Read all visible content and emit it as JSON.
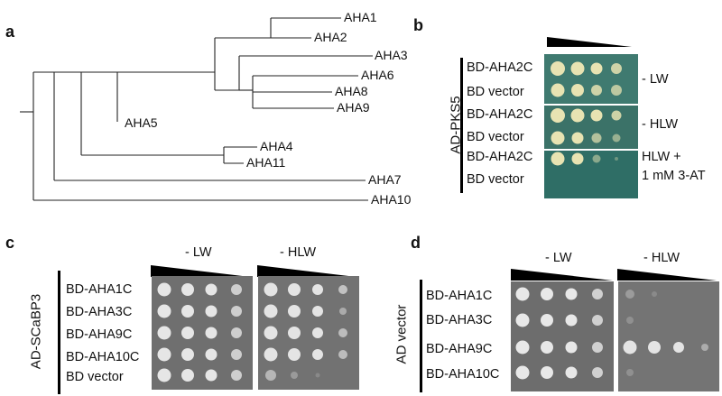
{
  "panels": {
    "a": {
      "letter": "a",
      "leaves": [
        "AHA1",
        "AHA2",
        "AHA3",
        "AHA6",
        "AHA8",
        "AHA9",
        "AHA5",
        "AHA4",
        "AHA11",
        "AHA7",
        "AHA10"
      ]
    },
    "b": {
      "letter": "b",
      "group_label": "AD-PKS5",
      "rows": [
        "BD-AHA2C",
        "BD vector",
        "BD-AHA2C",
        "BD vector",
        "BD-AHA2C",
        "BD vector"
      ],
      "conditions": [
        "- LW",
        "- HLW",
        "HLW +",
        "1 mM 3-AT"
      ]
    },
    "c": {
      "letter": "c",
      "group_label": "AD-SCaBP3",
      "rows": [
        "BD-AHA1C",
        "BD-AHA3C",
        "BD-AHA9C",
        "BD-AHA10C",
        "BD vector"
      ],
      "plates": [
        "- LW",
        "- HLW"
      ]
    },
    "d": {
      "letter": "d",
      "group_label": "AD vector",
      "rows": [
        "BD-AHA1C",
        "BD-AHA3C",
        "BD-AHA9C",
        "BD-AHA10C"
      ],
      "plates": [
        "- LW",
        "- HLW"
      ]
    }
  }
}
